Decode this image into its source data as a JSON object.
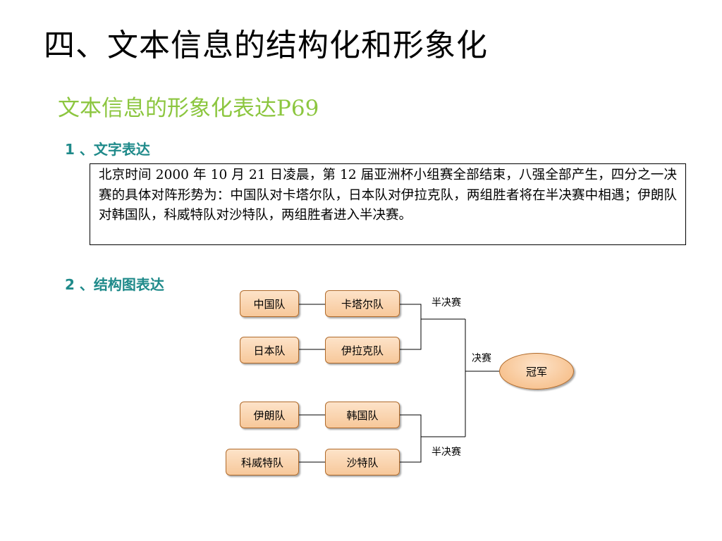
{
  "title": "四、文本信息的结构化和形象化",
  "subtitle": "文本信息的形象化表达P69",
  "section1": {
    "heading": "1 、文字表达",
    "paragraph": "北京时间 2000 年 10 月 21 日凌晨，第 12 届亚洲杯小组赛全部结束，八强全部产生，四分之一决赛的具体对阵形势为：中国队对卡塔尔队，日本队对伊拉克队，两组胜者将在半决赛中相遇；伊朗队对韩国队，科威特队对沙特队，两组胜者进入半决赛。"
  },
  "section2": {
    "heading": "2 、结构图表达",
    "bracket": {
      "teams_left": [
        "中国队",
        "日本队",
        "伊朗队",
        "科威特队"
      ],
      "teams_right": [
        "卡塔尔队",
        "伊拉克队",
        "韩国队",
        "沙特队"
      ],
      "semifinal_label_top": "半决赛",
      "semifinal_label_bottom": "半决赛",
      "final_label": "决赛",
      "champion": "冠军"
    }
  },
  "colors": {
    "subtitle": "#8cc63f",
    "heading": "#1f8a8a",
    "box_fill": "#f7c89a",
    "box_border": "#b06a2a"
  }
}
